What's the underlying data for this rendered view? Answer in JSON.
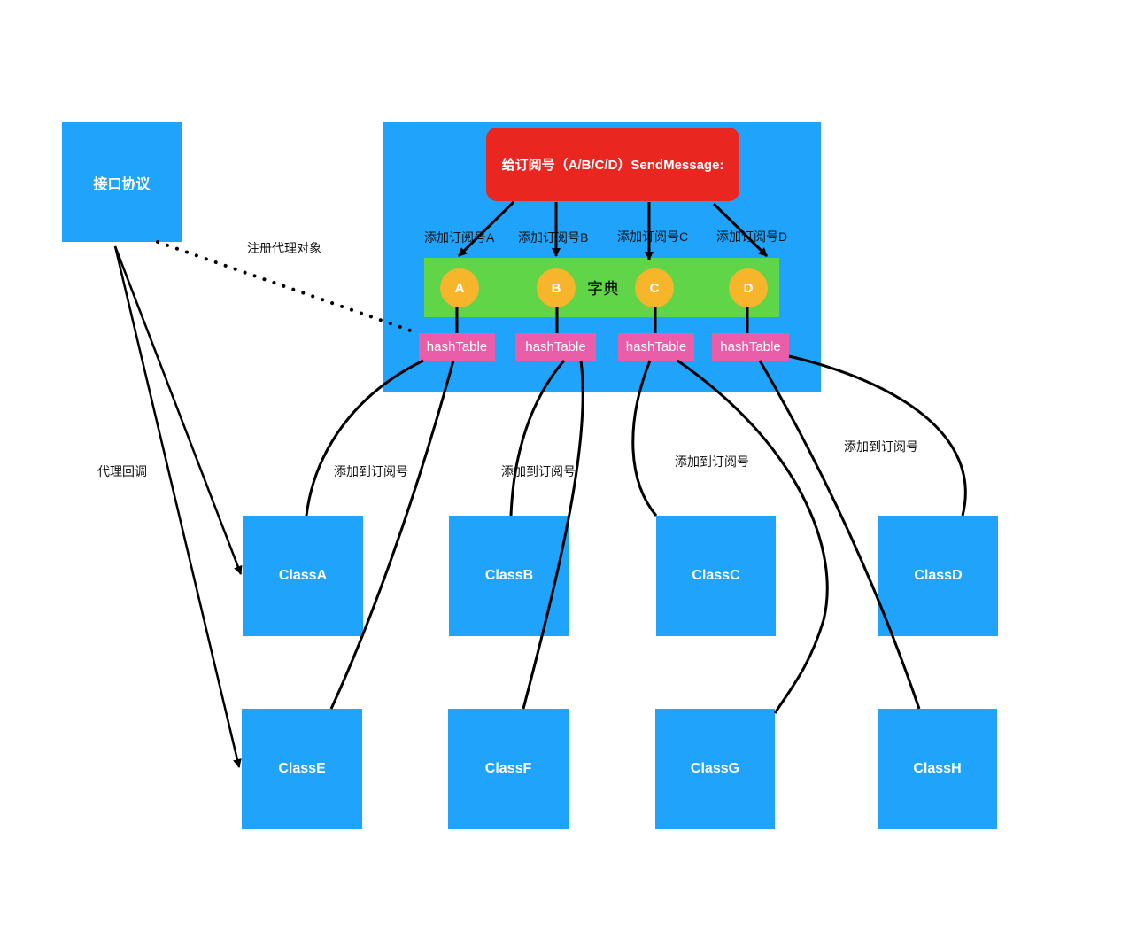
{
  "interface": {
    "label": "接口协议"
  },
  "sender": {
    "label": "给订阅号（A/B/C/D）SendMessage:"
  },
  "dictionary": {
    "label": "字典",
    "keys": [
      {
        "key": "A",
        "table": "hashTable",
        "add_label": "添加订阅号A"
      },
      {
        "key": "B",
        "table": "hashTable",
        "add_label": "添加订阅号B"
      },
      {
        "key": "C",
        "table": "hashTable",
        "add_label": "添加订阅号C"
      },
      {
        "key": "D",
        "table": "hashTable",
        "add_label": "添加订阅号D"
      }
    ]
  },
  "edge_labels": {
    "register_delegate": "注册代理对象",
    "delegate_callback": "代理回调",
    "add_to_subscription": [
      "添加到订阅号",
      "添加到订阅号",
      "添加到订阅号",
      "添加到订阅号"
    ]
  },
  "classes": [
    "ClassA",
    "ClassB",
    "ClassC",
    "ClassD",
    "ClassE",
    "ClassF",
    "ClassG",
    "ClassH"
  ],
  "colors": {
    "node_blue": "#1fa3fb",
    "sender_red": "#ea2620",
    "dictionary_green": "#60d548",
    "key_orange": "#f7b52c",
    "hashtable_pink": "#ea5ea9"
  }
}
